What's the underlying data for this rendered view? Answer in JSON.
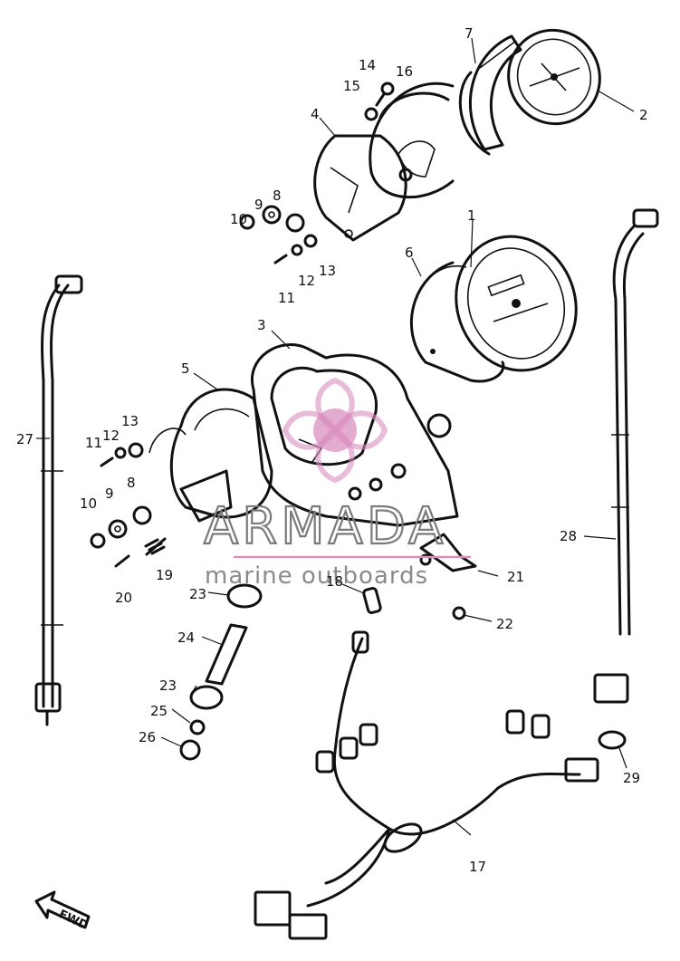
{
  "watermark": {
    "brand": "ARMADA",
    "tagline": "marine outboards",
    "accent_color": "#d98fbf",
    "text_color": "#808080"
  },
  "direction_marker": {
    "label": "FWD"
  },
  "callouts": [
    {
      "id": "c1",
      "label": "1"
    },
    {
      "id": "c2",
      "label": "2"
    },
    {
      "id": "c3",
      "label": "3"
    },
    {
      "id": "c4",
      "label": "4"
    },
    {
      "id": "c5",
      "label": "5"
    },
    {
      "id": "c6",
      "label": "6"
    },
    {
      "id": "c7",
      "label": "7"
    },
    {
      "id": "c8a",
      "label": "8"
    },
    {
      "id": "c8b",
      "label": "8"
    },
    {
      "id": "c9a",
      "label": "9"
    },
    {
      "id": "c9b",
      "label": "9"
    },
    {
      "id": "c10a",
      "label": "10"
    },
    {
      "id": "c10b",
      "label": "10"
    },
    {
      "id": "c11a",
      "label": "11"
    },
    {
      "id": "c11b",
      "label": "11"
    },
    {
      "id": "c12a",
      "label": "12"
    },
    {
      "id": "c12b",
      "label": "12"
    },
    {
      "id": "c13a",
      "label": "13"
    },
    {
      "id": "c13b",
      "label": "13"
    },
    {
      "id": "c14",
      "label": "14"
    },
    {
      "id": "c15",
      "label": "15"
    },
    {
      "id": "c16",
      "label": "16"
    },
    {
      "id": "c17",
      "label": "17"
    },
    {
      "id": "c18",
      "label": "18"
    },
    {
      "id": "c19",
      "label": "19"
    },
    {
      "id": "c20",
      "label": "20"
    },
    {
      "id": "c21",
      "label": "21"
    },
    {
      "id": "c22",
      "label": "22"
    },
    {
      "id": "c23a",
      "label": "23"
    },
    {
      "id": "c23b",
      "label": "23"
    },
    {
      "id": "c24",
      "label": "24"
    },
    {
      "id": "c25",
      "label": "25"
    },
    {
      "id": "c26",
      "label": "26"
    },
    {
      "id": "c27",
      "label": "27"
    },
    {
      "id": "c28",
      "label": "28"
    },
    {
      "id": "c29",
      "label": "29"
    }
  ]
}
